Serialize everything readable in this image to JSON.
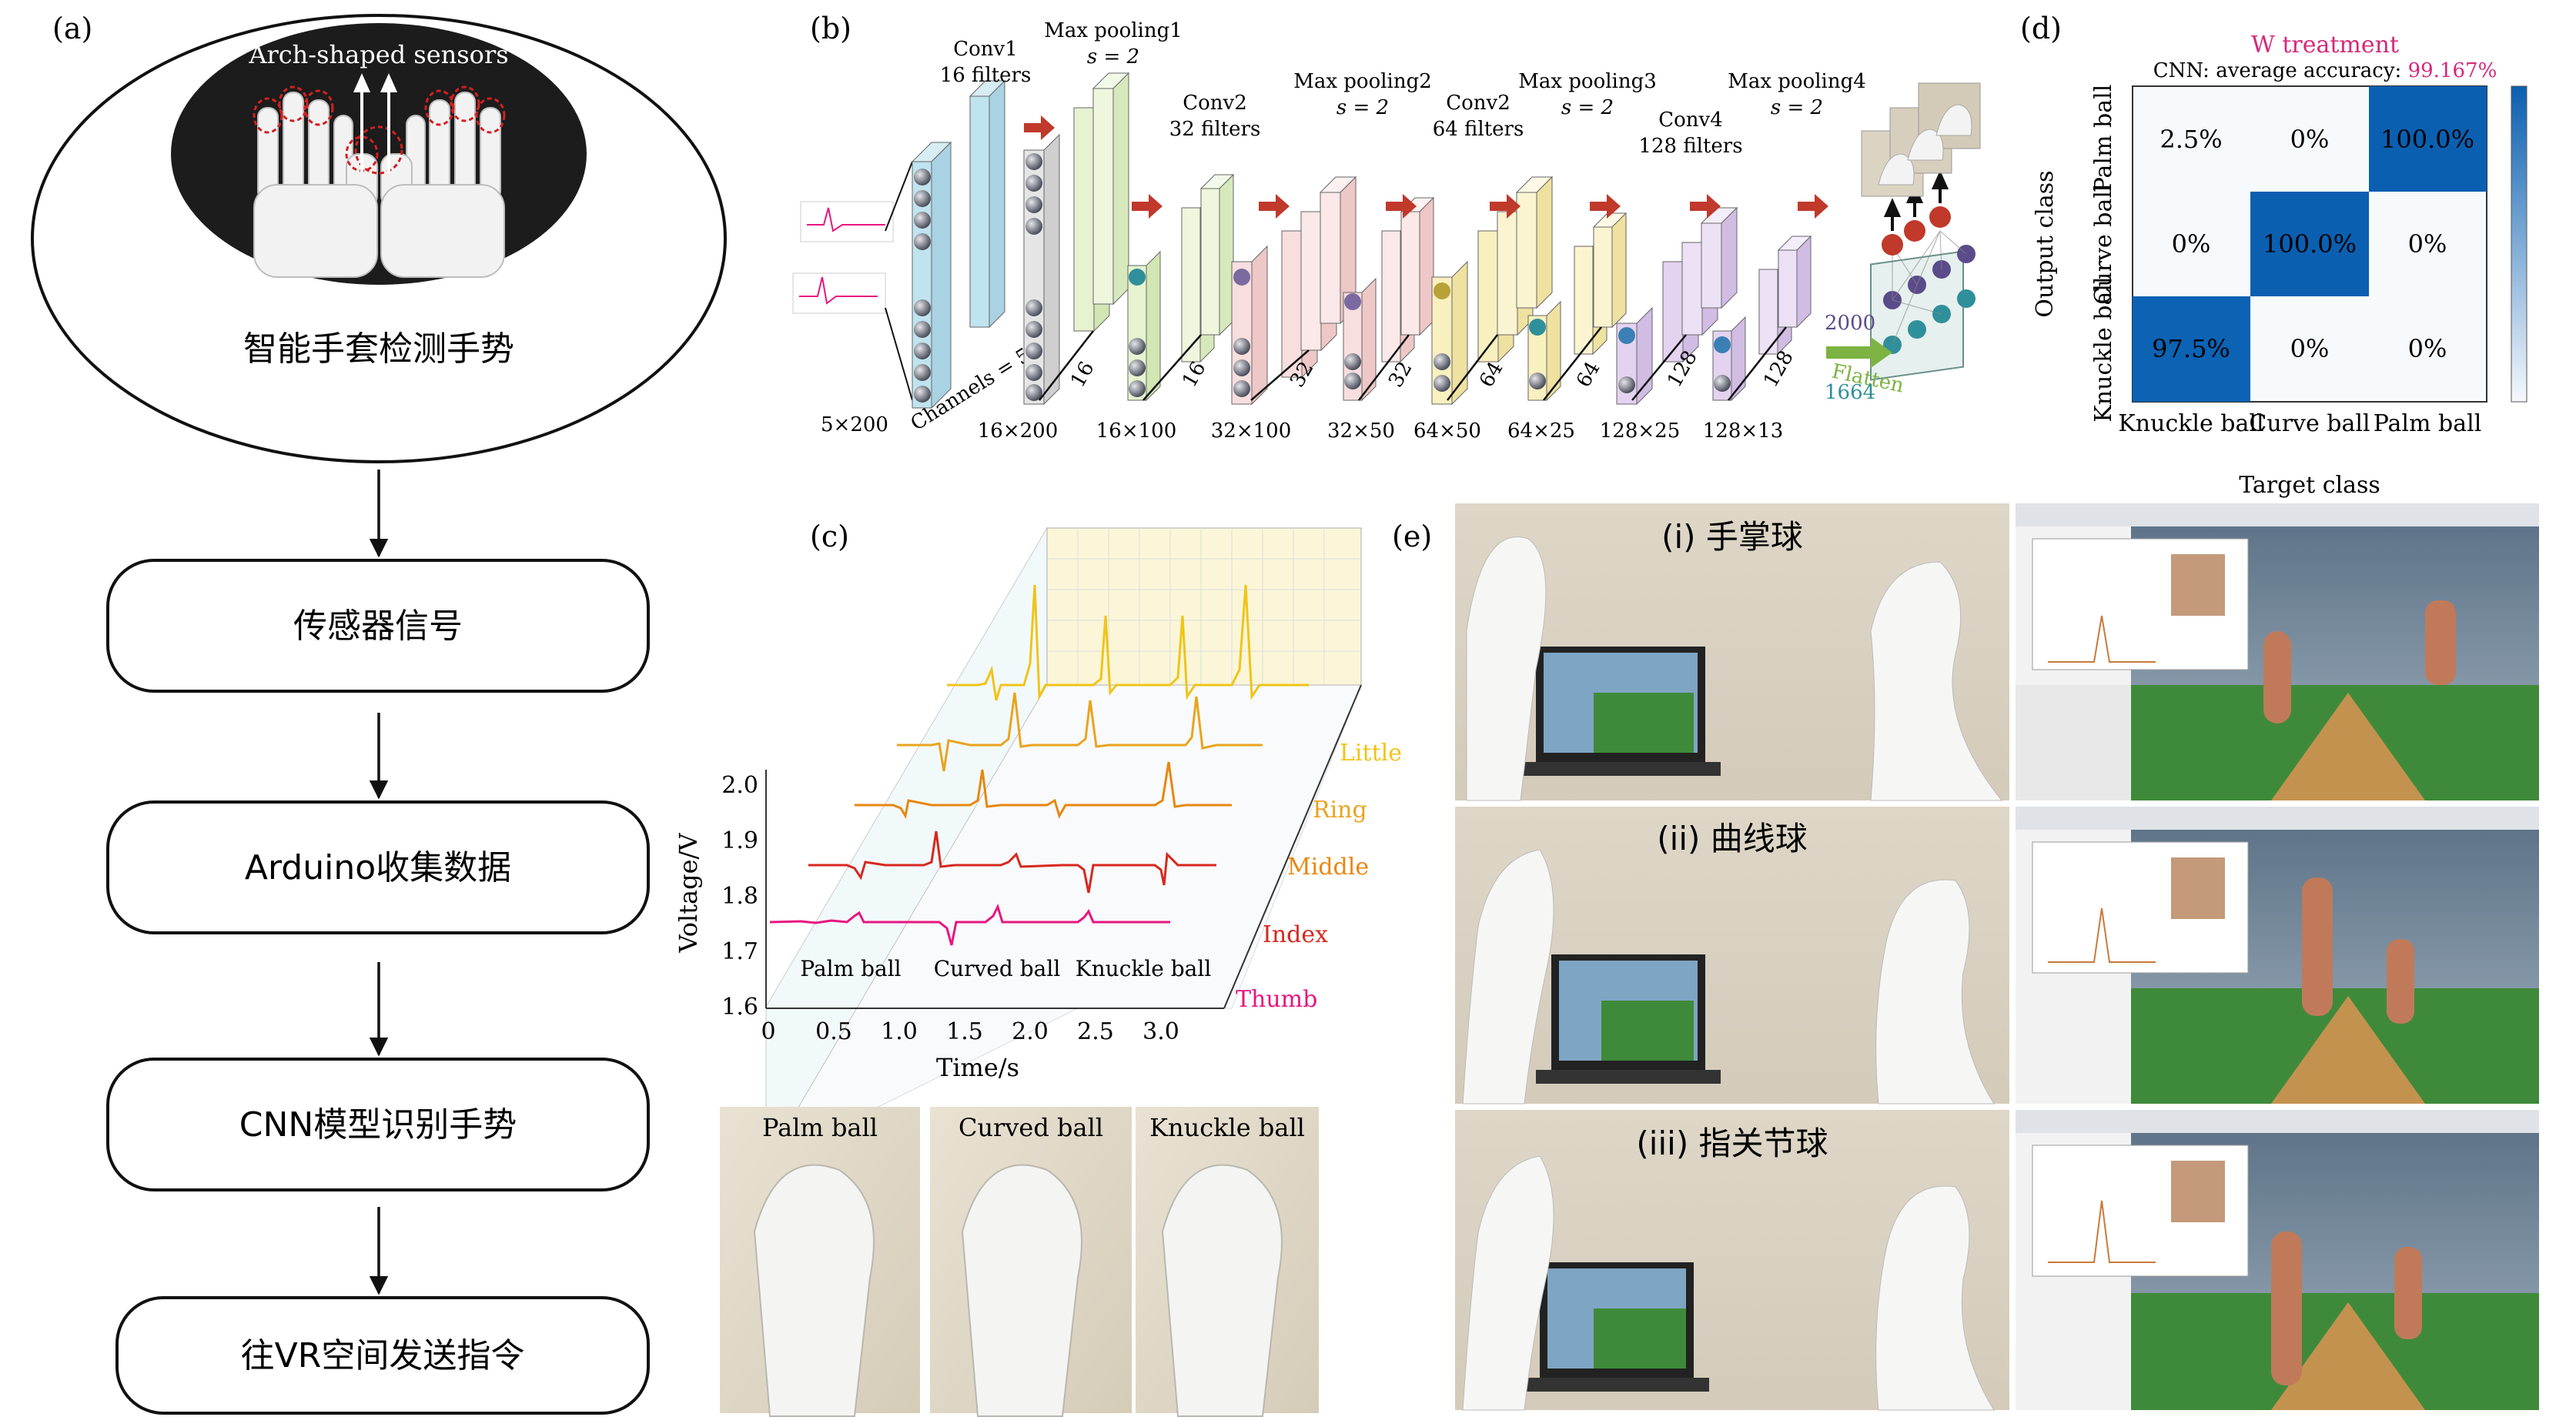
{
  "panels": {
    "a": {
      "label": "(a)",
      "photo_caption": "Arch-shaped sensors",
      "ellipse_text": "智能手套检测手势",
      "steps": [
        "传感器信号",
        "Arduino收集数据",
        "CNN模型识别手势",
        "往VR空间发送指令"
      ]
    },
    "b": {
      "label": "(b)",
      "input_dim": "5×200",
      "channels_label": "Channels = 5",
      "layers": [
        {
          "name": "Conv1",
          "sub": "16 filters"
        },
        {
          "name": "Max pooling1",
          "sub": "s = 2"
        },
        {
          "name": "Conv2",
          "sub": "32 filters"
        },
        {
          "name": "Max pooling2",
          "sub": "s = 2"
        },
        {
          "name": "Conv2",
          "sub": "64 filters"
        },
        {
          "name": "Max pooling3",
          "sub": "s = 2"
        },
        {
          "name": "Conv4",
          "sub": "128 filters"
        },
        {
          "name": "Max pooling4",
          "sub": "s = 2"
        }
      ],
      "dims": [
        "16×200",
        "16×100",
        "32×100",
        "32×50",
        "64×50",
        "64×25",
        "128×25",
        "128×13"
      ],
      "depth_labels": [
        "16",
        "16",
        "32",
        "32",
        "64",
        "64",
        "128",
        "128"
      ],
      "flatten_label": "Flatten",
      "n2000": "2000",
      "n1664": "1664",
      "colors": {
        "conv1": "#bfe3ef",
        "pool1": "#e6f2d0",
        "conv2": "#f8dede",
        "conv3": "#f9f0bf",
        "conv4": "#e3d3f0",
        "arrow": "#c0392b",
        "flatten": "#7cb342"
      }
    },
    "c": {
      "label": "(c)",
      "ylabel": "Voltage/V",
      "xlabel": "Time/s",
      "ticks_y": [
        "1.6",
        "1.7",
        "1.8",
        "1.9",
        "2.0"
      ],
      "ticks_x": [
        "0",
        "0.5",
        "1.0",
        "1.5",
        "2.0",
        "2.5",
        "3.0"
      ],
      "fingers": [
        {
          "name": "Thumb",
          "color": "#e8157f"
        },
        {
          "name": "Index",
          "color": "#d7281f"
        },
        {
          "name": "Middle",
          "color": "#e8870f"
        },
        {
          "name": "Ring",
          "color": "#e9a41f"
        },
        {
          "name": "Little",
          "color": "#f0c419"
        }
      ],
      "gesture_labels": [
        "Palm ball",
        "Curved ball",
        "Knuckle ball"
      ],
      "photo_labels": [
        "Palm ball",
        "Curved ball",
        "Knuckle ball"
      ]
    },
    "d": {
      "label": "(d)",
      "title": "W treatment",
      "subtitle_prefix": "CNN: average accuracy: ",
      "subtitle_value": "99.167%",
      "ylabel": "Output class",
      "xlabel": "Target class",
      "row_labels": [
        "Palm ball",
        "Curve ball",
        "Knuckle ball"
      ],
      "col_labels": [
        "Knuckle ball",
        "Curve ball",
        "Palm ball"
      ],
      "cells": [
        [
          "2.5%",
          "0%",
          "100.0%"
        ],
        [
          "0%",
          "100.0%",
          "0%"
        ],
        [
          "97.5%",
          "0%",
          "0%"
        ]
      ],
      "values": [
        [
          2.5,
          0,
          100
        ],
        [
          0,
          100,
          0
        ],
        [
          97.5,
          0,
          0
        ]
      ],
      "title_color": "#d6297a",
      "cell_color": "#0b5fb0"
    },
    "e": {
      "label": "(e)",
      "rows": [
        {
          "label": "(i) 手掌球"
        },
        {
          "label": "(ii) 曲线球"
        },
        {
          "label": "(iii) 指关节球"
        }
      ]
    }
  }
}
